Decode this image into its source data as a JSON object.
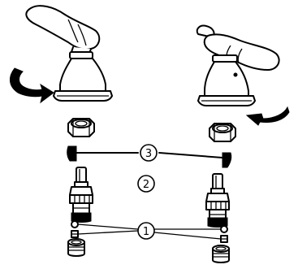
{
  "callouts": [
    {
      "id": "callout-1",
      "label": "1"
    },
    {
      "id": "callout-2",
      "label": "2"
    },
    {
      "id": "callout-3",
      "label": "3"
    }
  ],
  "colors": {
    "ink": "#000000",
    "paper": "#ffffff"
  },
  "icons": [
    "left-faucet-handle",
    "right-faucet-handle",
    "counterclockwise-arrow",
    "clockwise-arrow",
    "hex-nut",
    "rubber-washer",
    "valve-cartridge",
    "spring",
    "seat",
    "leader-line"
  ]
}
